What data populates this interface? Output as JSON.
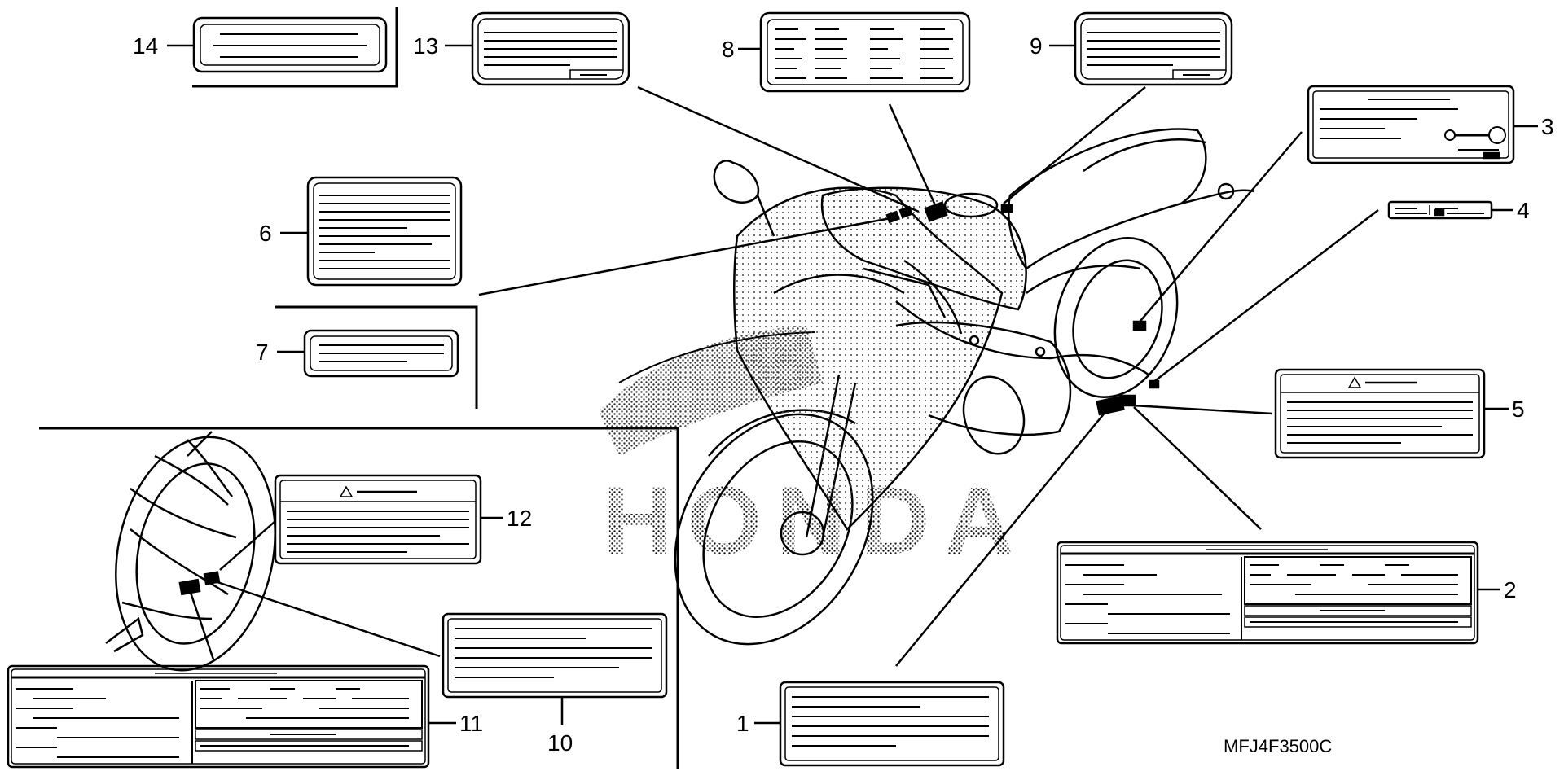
{
  "callouts": {
    "c1": "1",
    "c2": "2",
    "c3": "3",
    "c4": "4",
    "c5": "5",
    "c6": "6",
    "c7": "7",
    "c8": "8",
    "c9": "9",
    "c10": "10",
    "c11": "11",
    "c12": "12",
    "c13": "13",
    "c14": "14"
  },
  "diagram_code": "MFJ4F3500C",
  "watermark_text": "HONDA",
  "colors": {
    "ink": "#000000",
    "paper": "#ffffff",
    "screen": "#9a9a9a"
  }
}
